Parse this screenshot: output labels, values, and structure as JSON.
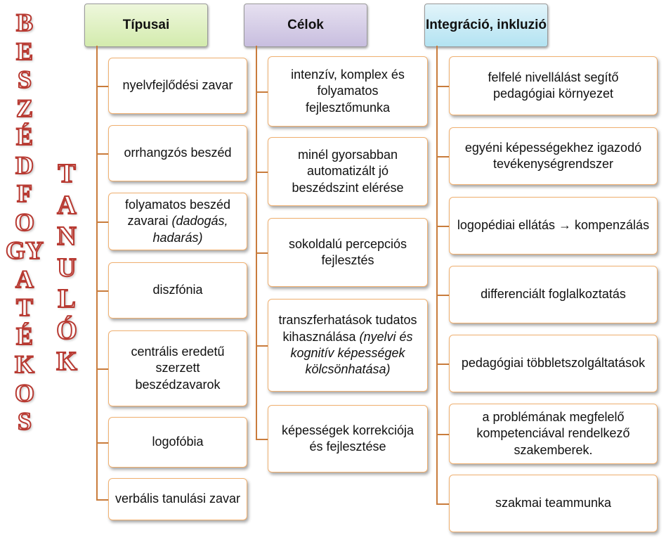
{
  "vertical_title_1": [
    "B",
    "E",
    "S",
    "Z",
    "É",
    "D",
    "F",
    "O",
    "GY",
    "A",
    "T",
    "É",
    "K",
    "O",
    "S"
  ],
  "vertical_title_2": [
    "T",
    "A",
    "N",
    "U",
    "L",
    "Ó",
    "K"
  ],
  "columns": [
    {
      "header": "Típusai",
      "items": [
        {
          "text": "nyelvfejlődési zavar"
        },
        {
          "text": "orrhangzós beszéd"
        },
        {
          "text": "folyamatos beszéd zavarai ",
          "italic": "(dadogás, hadarás)"
        },
        {
          "text": "diszfónia"
        },
        {
          "text": "centrális eredetű szerzett beszédzavarok"
        },
        {
          "text": "logofóbia"
        },
        {
          "text": "verbális tanulási zavar"
        }
      ]
    },
    {
      "header": "Célok",
      "items": [
        {
          "text": "intenzív, komplex és folyamatos fejlesztőmunka"
        },
        {
          "text": "minél gyorsabban automatizált jó beszédszint elérése"
        },
        {
          "text": "sokoldalú percepciós fejlesztés"
        },
        {
          "text": "transzferhatások tudatos kihasználása ",
          "italic": "(nyelvi és kognitív képességek kölcsönhatása)"
        },
        {
          "text": "képességek korrekciója és fejlesztése"
        }
      ]
    },
    {
      "header": "Integráció, inkluzió",
      "items": [
        {
          "text": "felfelé nivellálást segítő pedagógiai környezet"
        },
        {
          "text": "egyéni képességekhez igazodó tevékenységrendszer"
        },
        {
          "text": "logopédiai ellátás → kompenzálás"
        },
        {
          "text": "differenciált foglalkoztatás"
        },
        {
          "text": "pedagógiai többletszolgáltatások"
        },
        {
          "text": "a problémának megfelelő kompetenciával rendelkező szakemberek."
        },
        {
          "text": "szakmai teammunka"
        }
      ]
    }
  ]
}
